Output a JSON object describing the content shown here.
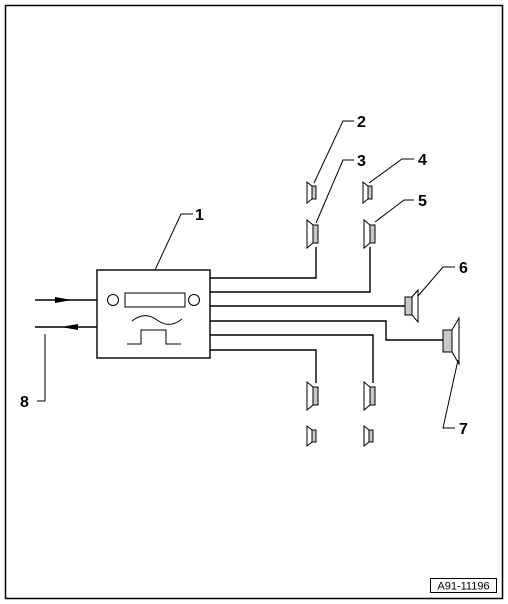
{
  "diagram": {
    "callouts": {
      "c1": "1",
      "c2": "2",
      "c3": "3",
      "c4": "4",
      "c5": "5",
      "c6": "6",
      "c7": "7",
      "c8": "8"
    },
    "reference_code": "A91-11196"
  }
}
